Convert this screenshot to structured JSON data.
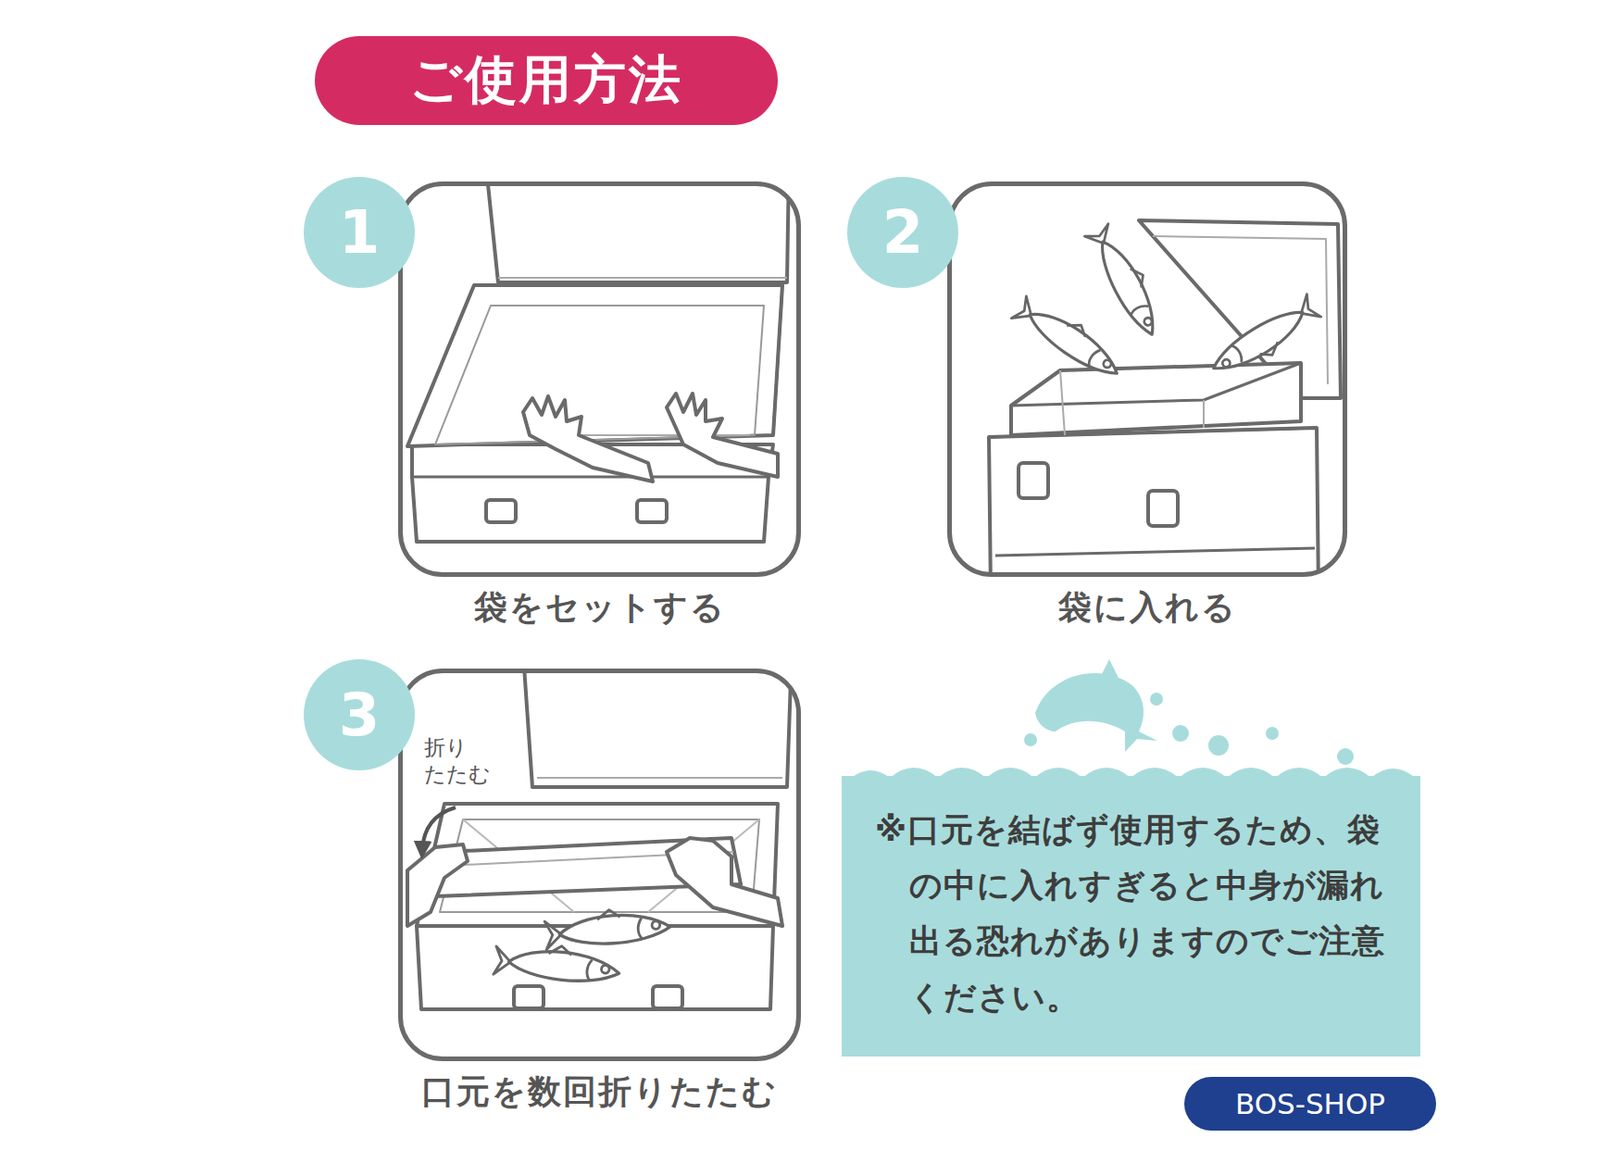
{
  "diagram": {
    "title": "ご使用方法",
    "nodes": [
      {
        "text": [
          "1"
        ]
      },
      {
        "text": [
          "袋をセットする"
        ]
      },
      {
        "text": [
          "2"
        ]
      },
      {
        "text": [
          "袋に入れる"
        ]
      },
      {
        "text": [
          "3"
        ]
      },
      {
        "text": [
          "口元を数回折りたたむ"
        ]
      },
      {
        "text": [
          "※口元を結ばず使用するため、袋の中に入れすぎると中身が漏れ出る恐れがありますのでご注意ください。"
        ]
      },
      {
        "text": [
          "BOS-SHOP"
        ]
      }
    ],
    "edges": [],
    "labels": [
      "折り たたむ"
    ]
  }
}
